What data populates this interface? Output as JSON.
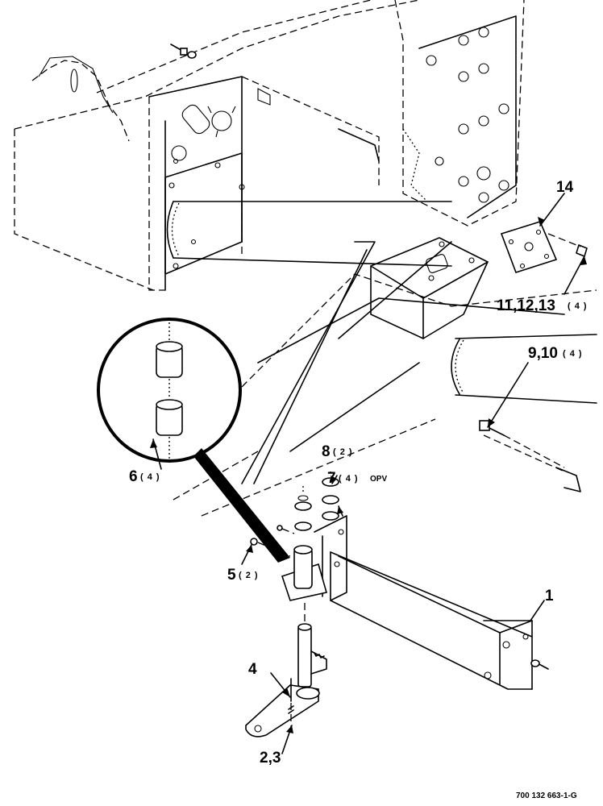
{
  "callouts": {
    "c1": {
      "label": "1",
      "qty": ""
    },
    "c23": {
      "label": "2,3",
      "qty": ""
    },
    "c4": {
      "label": "4",
      "qty": ""
    },
    "c5": {
      "label": "5",
      "qty": "( 2 )"
    },
    "c6": {
      "label": "6",
      "qty": "( 4 )"
    },
    "c7": {
      "label": "7",
      "qty": "( 4 )",
      "suffix": "OPV"
    },
    "c8": {
      "label": "8",
      "qty": "( 2 )"
    },
    "c910": {
      "label": "9,10",
      "qty": "( 4 )"
    },
    "c111213": {
      "label": "11,12,13",
      "qty": "( 4 )"
    },
    "c14": {
      "label": "14",
      "qty": ""
    }
  },
  "drawing_number": "700 132 663-1-G"
}
